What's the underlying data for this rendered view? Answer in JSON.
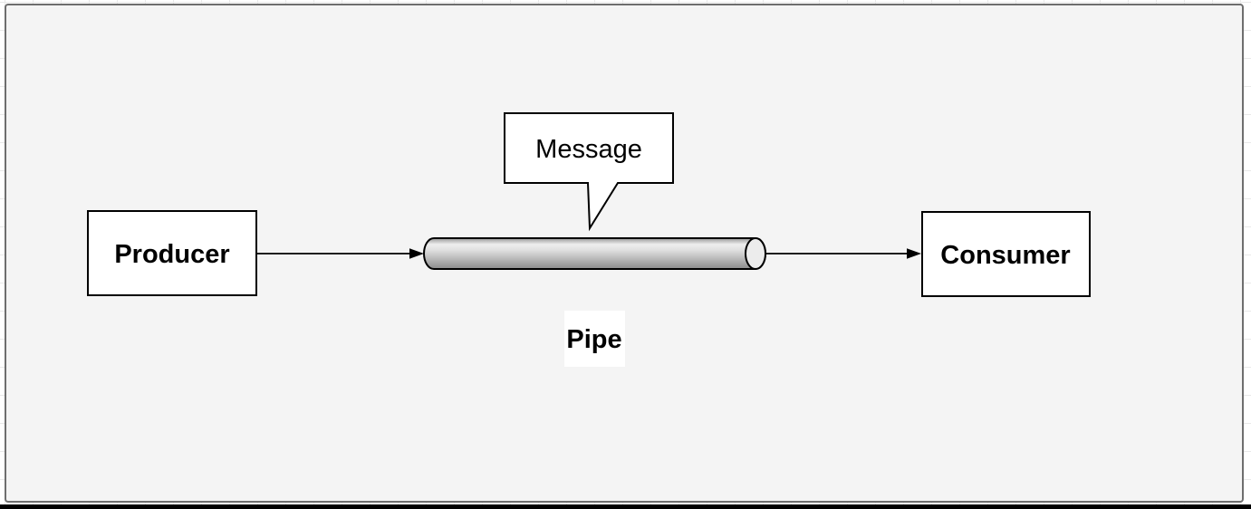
{
  "canvas": {
    "outer_background": "#ffffff",
    "grid_line_color": "#e9e9e9",
    "page_fill": "#f4f4f4",
    "page_border_color": "#6e6e6e",
    "bottom_bar_color": "#000000"
  },
  "styles": {
    "shape_fill": "#ffffff",
    "shape_stroke": "#000000",
    "text_color": "#000000",
    "pipe_gradient_top": "#969696",
    "pipe_gradient_highlight": "#eeeeee",
    "pipe_gradient_bottom": "#8c8c8c",
    "pipe_opening_fill": "#ececec",
    "label_background": "#ffffff"
  },
  "diagram": {
    "producer": {
      "label": "Producer"
    },
    "consumer": {
      "label": "Consumer"
    },
    "pipe": {
      "label": "Pipe"
    },
    "message_callout": {
      "label": "Message"
    }
  }
}
